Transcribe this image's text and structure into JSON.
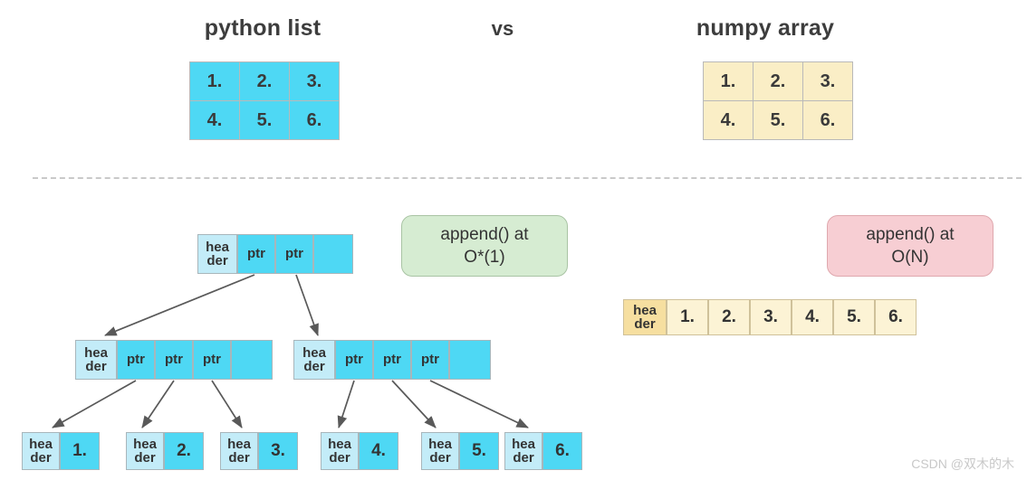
{
  "headings": {
    "python_list": "python list",
    "vs": "vs",
    "numpy_array": "numpy array"
  },
  "matrices": {
    "python_list": {
      "rows": [
        [
          "1.",
          "2.",
          "3."
        ],
        [
          "4.",
          "5.",
          "6."
        ]
      ],
      "cell_color": "#4ed8f4",
      "border_color": "#b9b9b9"
    },
    "numpy_array": {
      "rows": [
        [
          "1.",
          "2.",
          "3."
        ],
        [
          "4.",
          "5.",
          "6."
        ]
      ],
      "cell_color": "#faeec6",
      "border_color": "#b9b9b9"
    }
  },
  "labels": {
    "header": "hea\nder",
    "ptr": "ptr",
    "empty": ""
  },
  "tree": {
    "root": {
      "cells": [
        "hea\nder",
        "ptr",
        "ptr",
        ""
      ]
    },
    "mid_left": {
      "cells": [
        "hea\nder",
        "ptr",
        "ptr",
        "ptr",
        ""
      ]
    },
    "mid_right": {
      "cells": [
        "hea\nder",
        "ptr",
        "ptr",
        "ptr",
        ""
      ]
    },
    "leaves": [
      {
        "header": "hea\nder",
        "value": "1."
      },
      {
        "header": "hea\nder",
        "value": "2."
      },
      {
        "header": "hea\nder",
        "value": "3."
      },
      {
        "header": "hea\nder",
        "value": "4."
      },
      {
        "header": "hea\nder",
        "value": "5."
      },
      {
        "header": "hea\nder",
        "value": "6."
      }
    ]
  },
  "numpy_row": {
    "header": "hea\nder",
    "values": [
      "1.",
      "2.",
      "3.",
      "4.",
      "5.",
      "6."
    ],
    "header_color": "#f6dfa0",
    "value_color": "#fcf3d5"
  },
  "callouts": {
    "python_list": {
      "text": "append() at\nO*(1)",
      "background": "#d6ecd2",
      "border": "#a9c4a4"
    },
    "numpy_array": {
      "text": "append() at\nO(N)",
      "background": "#f7ced3",
      "border": "#dfa8ae"
    }
  },
  "divider": {
    "style": "dashed",
    "color": "#c9c9c9"
  },
  "watermark": "CSDN @双木的木",
  "arrow_color": "#595959"
}
